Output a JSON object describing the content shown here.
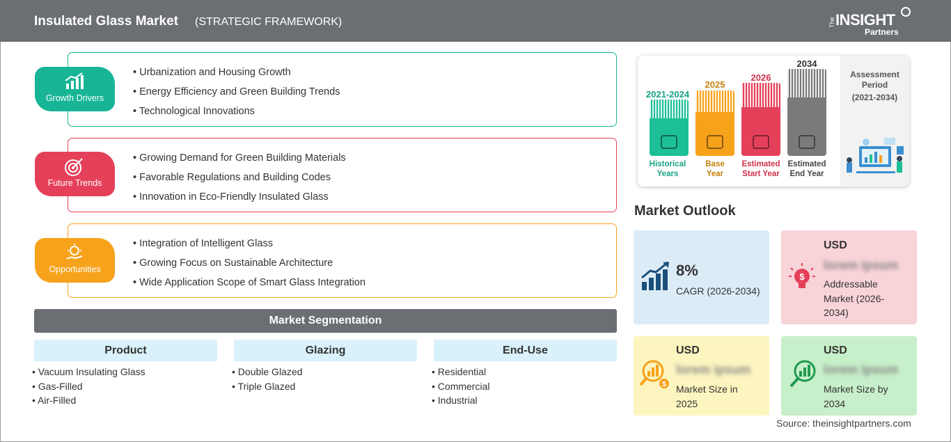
{
  "header": {
    "title": "Insulated Glass Market",
    "subtitle": "(STRATEGIC FRAMEWORK)",
    "logo": {
      "the": "The",
      "insight": "INSIGHT",
      "partners": "Partners"
    }
  },
  "framework": {
    "growth_drivers": {
      "label": "Growth Drivers",
      "color": "#17b596",
      "items": [
        "Urbanization and Housing Growth",
        "Energy Efficiency and Green Building Trends",
        "Technological Innovations"
      ]
    },
    "future_trends": {
      "label": "Future Trends",
      "color": "#e5405a",
      "items": [
        "Growing Demand for Green Building Materials",
        "Favorable Regulations and Building Codes",
        "Innovation in Eco-Friendly Insulated Glass"
      ]
    },
    "opportunities": {
      "label": "Opportunities",
      "color": "#f7a21b",
      "items": [
        "Integration of Intelligent Glass",
        "Growing Focus on Sustainable Architecture",
        "Wide Application Scope of Smart Glass Integration"
      ]
    }
  },
  "segmentation": {
    "title": "Market Segmentation",
    "columns": [
      {
        "heading": "Product",
        "items": [
          "Vacuum Insulating Glass",
          "Gas-Filled",
          "Air-Filled"
        ]
      },
      {
        "heading": "Glazing",
        "items": [
          "Double Glazed",
          "Triple Glazed"
        ]
      },
      {
        "heading": "End-Use",
        "items": [
          "Residential",
          "Commercial",
          "Industrial"
        ]
      }
    ]
  },
  "timeline": {
    "historical": {
      "year": "2021-2024",
      "label1": "Historical",
      "label2": "Years",
      "color": "#1dbf97"
    },
    "base": {
      "year": "2025",
      "label1": "Base",
      "label2": "Year",
      "color": "#f7a21b"
    },
    "start": {
      "year": "2026",
      "label1": "Estimated",
      "label2": "Start Year",
      "color": "#e5405a"
    },
    "end": {
      "year": "2034",
      "label1": "Estimated",
      "label2": "End Year",
      "color": "#7a7a7a"
    },
    "assessment": {
      "line1": "Assessment",
      "line2": "Period",
      "line3": "(2021-2034)"
    }
  },
  "outlook": {
    "title": "Market Outlook",
    "cagr": {
      "value": "8%",
      "label": "CAGR (2026-2034)",
      "bg": "#dcecf7"
    },
    "addressable": {
      "usd": "USD",
      "value": "lorem ipsum",
      "line1": "Addressable",
      "line2": "Market (2026-",
      "line3": "2034)",
      "bg": "#f8d3d8"
    },
    "size2025": {
      "usd": "USD",
      "value": "lorem ipsum",
      "line1": "Market Size in",
      "line2": "2025",
      "bg": "#fcf5bf"
    },
    "size2034": {
      "usd": "USD",
      "value": "lorem ipsum",
      "line1": "Market Size by",
      "line2": "2034",
      "bg": "#c7efc9"
    }
  },
  "source": "Source: theinsightpartners.com"
}
